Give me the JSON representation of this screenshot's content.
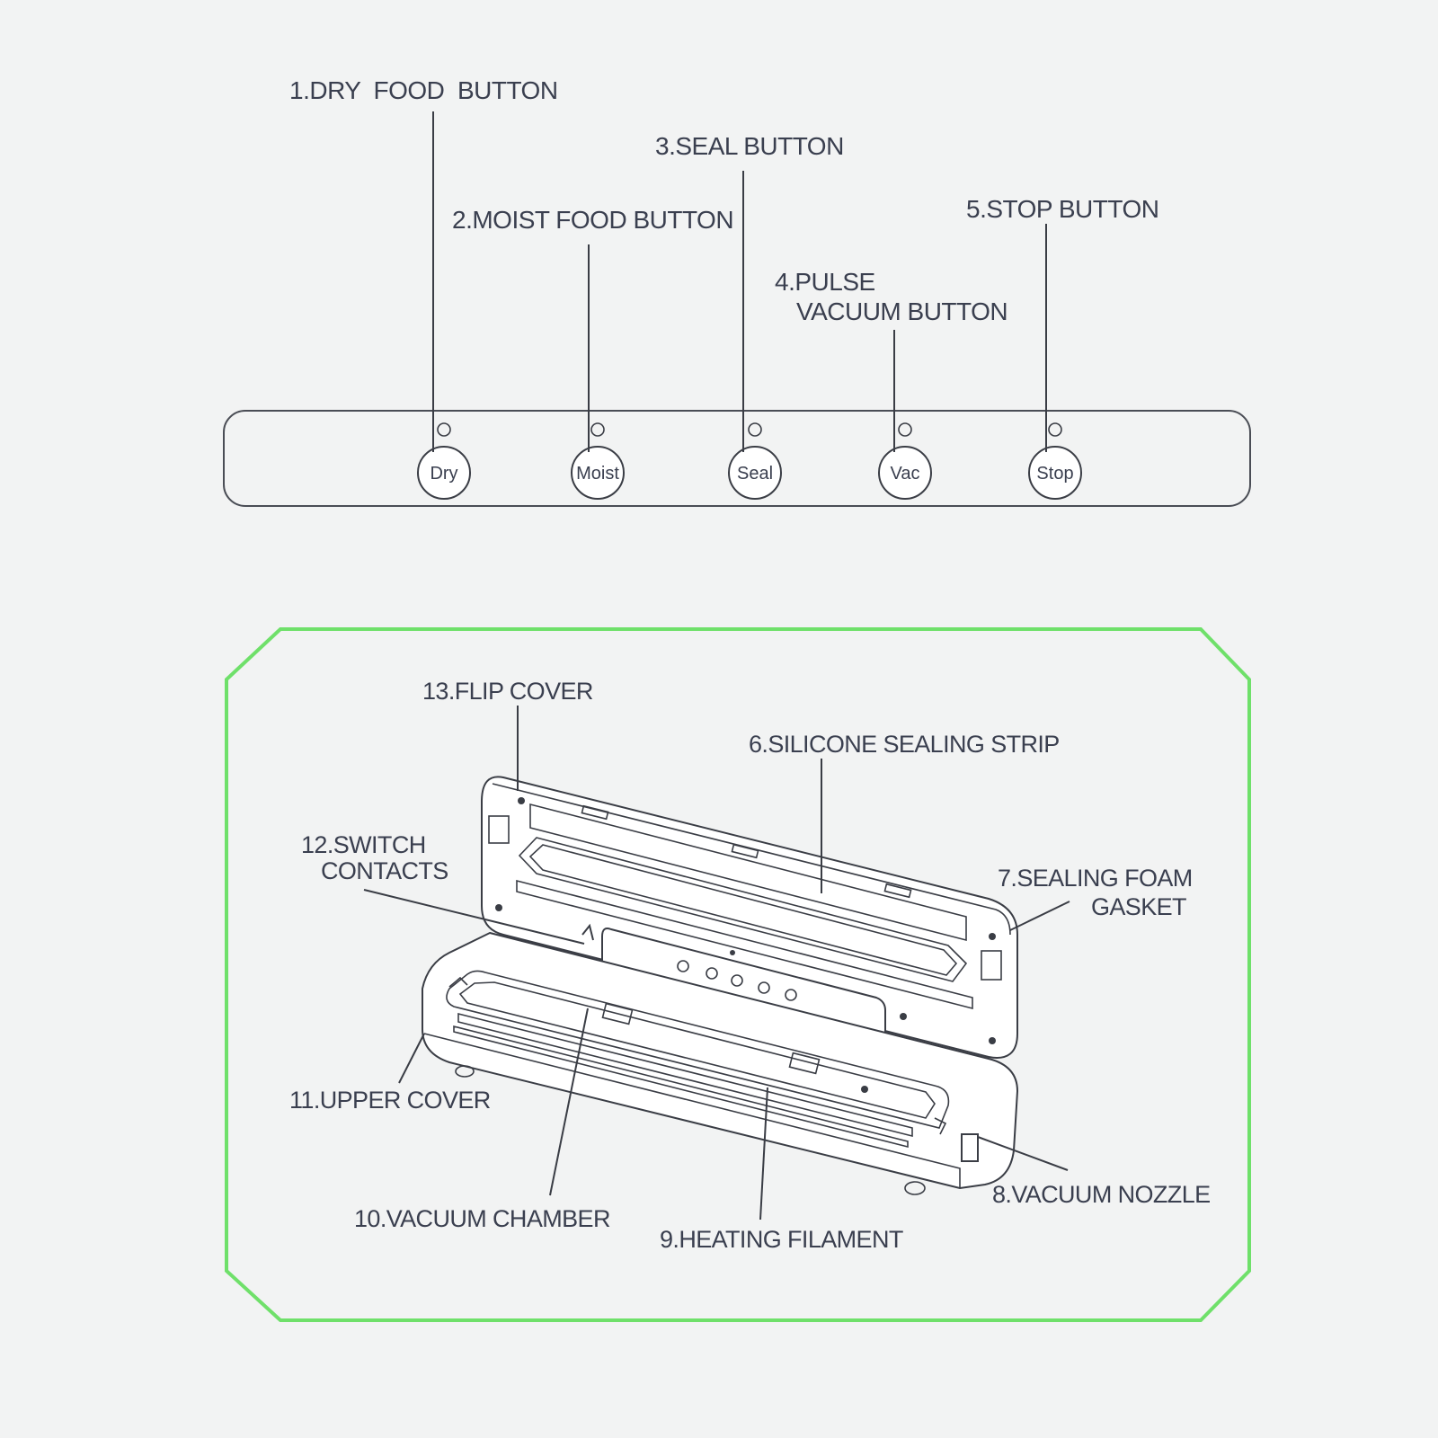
{
  "panel": {
    "labels": {
      "dry": "1.DRY  FOOD  BUTTON",
      "moist": "2.MOIST FOOD BUTTON",
      "seal": "3.SEAL BUTTON",
      "pulse_line1": "4.PULSE",
      "pulse_line2": "VACUUM BUTTON",
      "stop": "5.STOP BUTTON"
    },
    "buttons": {
      "dry": "Dry",
      "moist": "Moist",
      "seal": "Seal",
      "vac": "Vac",
      "stop": "Stop"
    }
  },
  "machine": {
    "labels": {
      "flip_cover": "13.FLIP COVER",
      "silicone_strip": "6.SILICONE SEALING STRIP",
      "switch_contacts_line1": "12.SWITCH",
      "switch_contacts_line2": "CONTACTS",
      "foam_gasket_line1": "7.SEALING FOAM",
      "foam_gasket_line2": "GASKET",
      "upper_cover": "11.UPPER COVER",
      "vacuum_nozzle": "8.VACUUM NOZZLE",
      "vacuum_chamber": "10.VACUUM CHAMBER",
      "heating_filament": "9.HEATING FILAMENT"
    },
    "frame_color": "#6fe06a"
  },
  "colors": {
    "ink": "#3a3d45",
    "text": "#3a3f4f",
    "background": "#f2f3f3"
  }
}
